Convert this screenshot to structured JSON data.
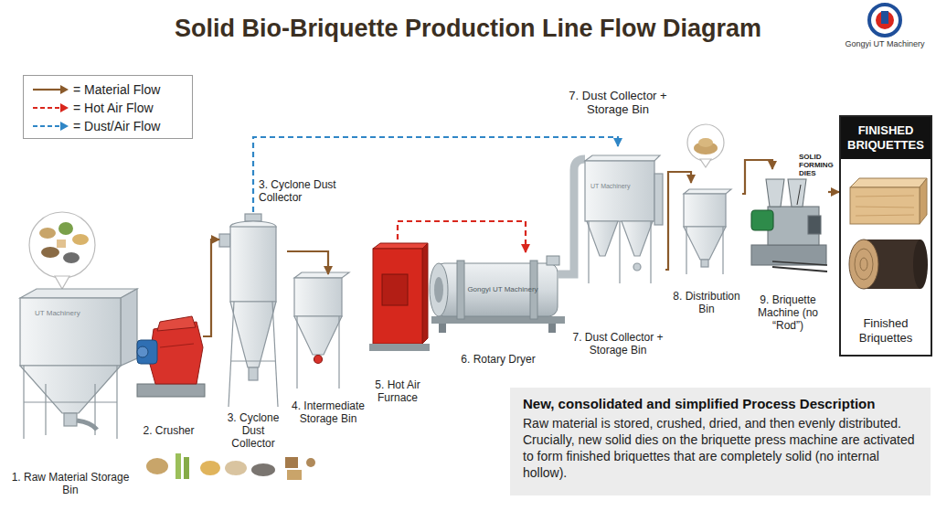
{
  "diagram": {
    "title": "Solid Bio-Briquette Production Line Flow Diagram",
    "nodes": [
      {
        "text": [
          "1. Raw Material Storage Bin"
        ]
      },
      {
        "text": [
          "2. Crusher"
        ]
      },
      {
        "text": [
          "3. Cyclone Dust Collector"
        ]
      },
      {
        "text": [
          "4. Intermediate Storage Bin"
        ]
      },
      {
        "text": [
          "5. Hot Air Furnace"
        ]
      },
      {
        "text": [
          "6. Rotary Dryer"
        ]
      },
      {
        "text": [
          "7. Dust Collector + Storage Bin"
        ]
      },
      {
        "text": [
          "8. Distribution Bin"
        ]
      },
      {
        "text": [
          "9. Briquette Machine (no “Rod”)"
        ]
      },
      {
        "text": [
          "FINISHED BRIQUETTES",
          "Finished Briquettes"
        ]
      },
      {
        "text": [
          "New, consolidated and simplified Process Description",
          "Raw material is stored, crushed, dried, and then evenly distributed. Crucially, new solid dies on the briquette press machine are activated to form finished briquettes that are completely solid (no internal hollow)."
        ]
      }
    ],
    "edges": [
      {
        "from": 1,
        "to": 2,
        "arrow": "to"
      },
      {
        "from": 2,
        "to": 3,
        "arrow": "to"
      },
      {
        "from": 4,
        "to": 5,
        "arrow": "to"
      },
      {
        "from": 2,
        "to": 6,
        "arrow": "to"
      },
      {
        "from": 6,
        "to": 7,
        "arrow": "to"
      },
      {
        "from": 7,
        "to": 8,
        "arrow": "to"
      },
      {
        "from": 8,
        "to": 9,
        "arrow": "to"
      }
    ],
    "labels": [
      "Gongyi UT Machinery",
      "3. Cyclone Dust Collector",
      "7. Dust Collector + Storage Bin",
      "SOLID FORMING DIES",
      "UT Machinery",
      "Gongyi UT Machinery",
      "UT Machinery"
    ],
    "legend": [
      {
        "text": "= Material Flow"
      },
      {
        "text": "= Hot Air Flow"
      },
      {
        "text": "= Dust/Air Flow"
      }
    ]
  }
}
